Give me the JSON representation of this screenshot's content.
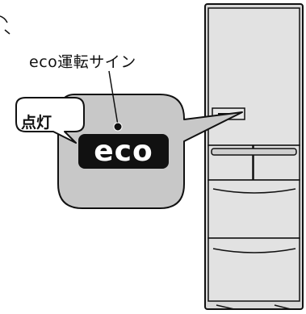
{
  "callout": {
    "title": "eco運転サイン"
  },
  "indicator": {
    "state_label": "点灯",
    "logo_text": "eco"
  },
  "colors": {
    "panel": "#c8c8c8",
    "fridge_body": "#d9d9d9",
    "outline": "#111111",
    "logo_bg": "#111111"
  }
}
